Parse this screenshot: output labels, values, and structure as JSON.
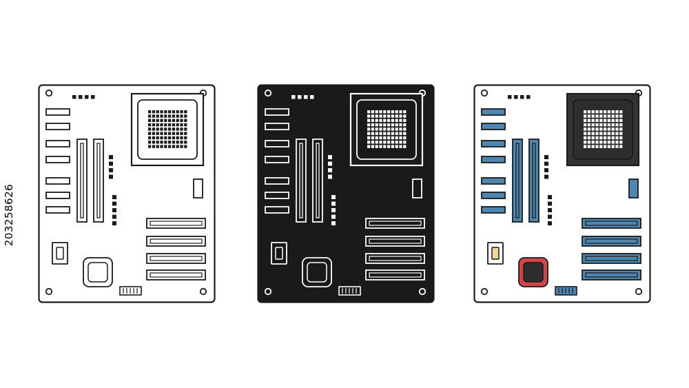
{
  "stock_id": "203258626",
  "palette": {
    "white": "#ffffff",
    "black": "#1a1a1a",
    "screen_gray": "#333333",
    "slot_blue": "#4f86b0",
    "chip_red": "#d0454a",
    "chip_dark": "#2d2d2d",
    "cap_yellow": "#f1d6a0"
  },
  "variants": [
    {
      "style": "outline"
    },
    {
      "style": "filled"
    },
    {
      "style": "colored"
    }
  ]
}
